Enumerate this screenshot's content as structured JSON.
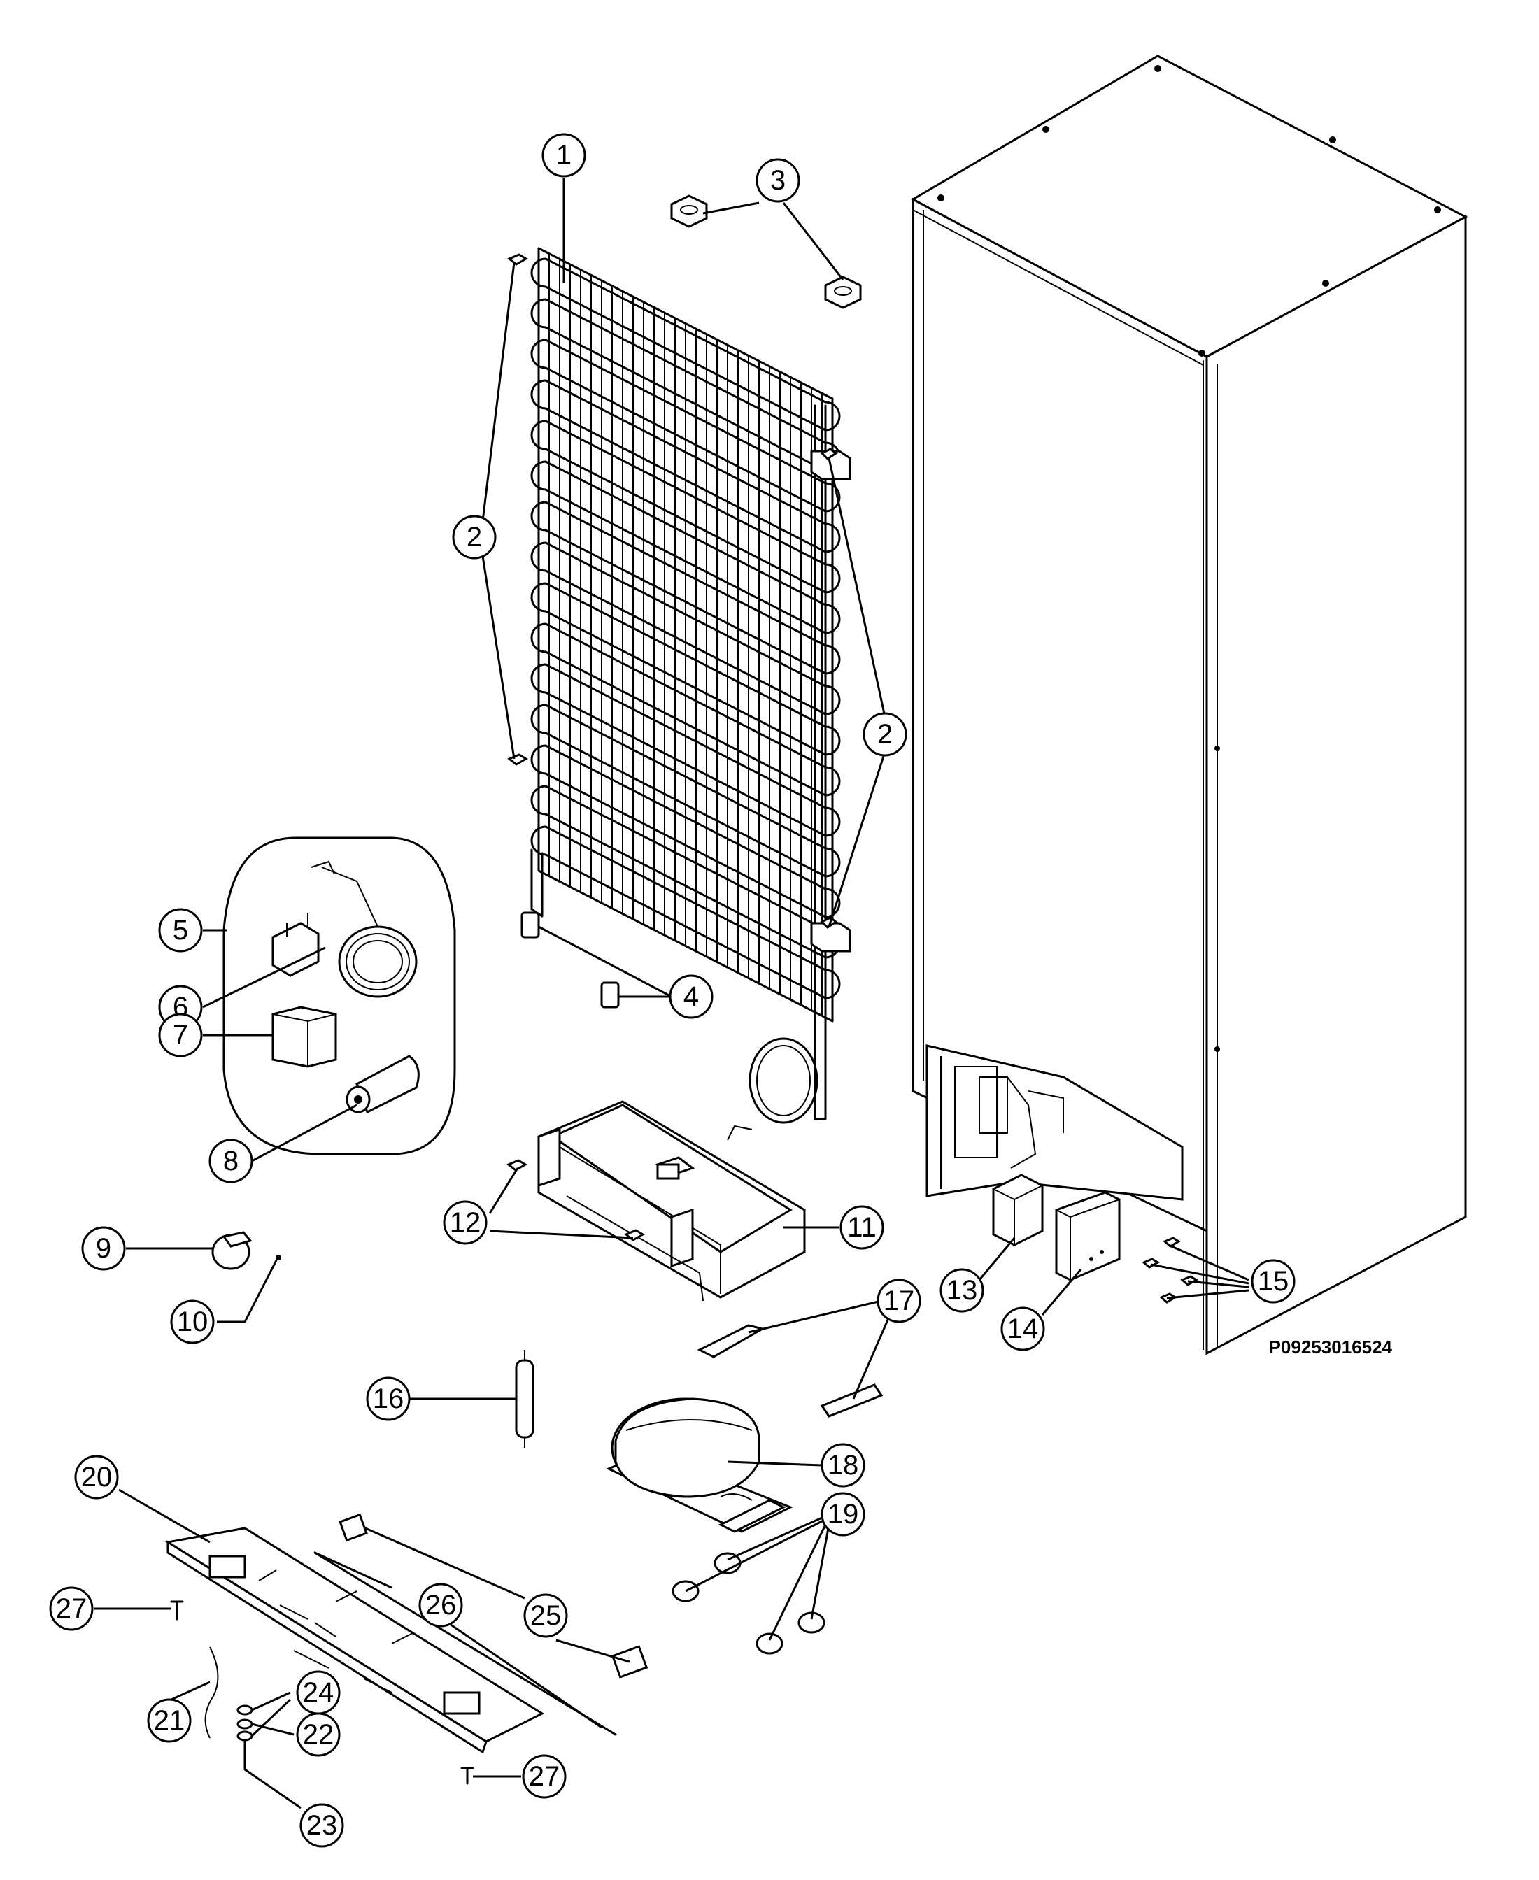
{
  "drawing_code": "P09253016524",
  "callouts": [
    "1",
    "2",
    "3",
    "4",
    "5",
    "6",
    "7",
    "8",
    "9",
    "10",
    "11",
    "12",
    "13",
    "14",
    "15",
    "16",
    "17",
    "18",
    "19",
    "20",
    "21",
    "22",
    "23",
    "24",
    "25",
    "26",
    "27"
  ]
}
